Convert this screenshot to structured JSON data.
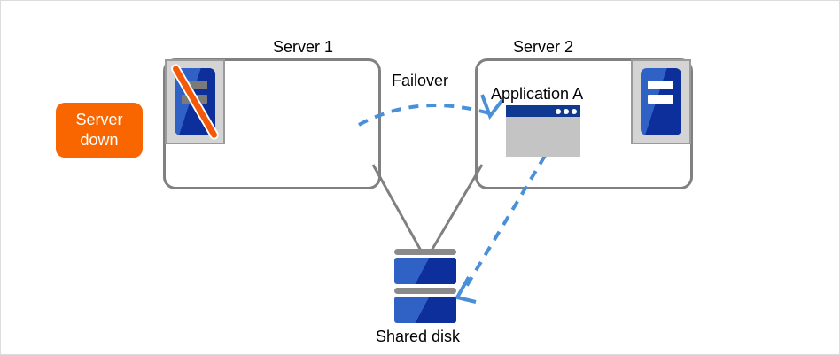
{
  "diagram": {
    "title_labels": {
      "server1": "Server 1",
      "server2": "Server 2",
      "failover": "Failover",
      "application": "Application A",
      "shared_disk": "Shared disk"
    },
    "status_badge": {
      "line1": "Server",
      "line2": "down",
      "color": "#f96600",
      "text_color": "#ffffff"
    },
    "colors": {
      "box_border": "#808080",
      "machine_blue": "#2f62c4",
      "machine_blue_dark": "#0c2f9b",
      "arrow_blue": "#4a90d9",
      "strike_orange": "#f4590a",
      "titlebar_navy": "#103a91",
      "window_body_gray": "#c4c4c4",
      "disk_cap_gray": "#8a8a8a",
      "page_border": "#dcdcdc"
    },
    "icons": {
      "server1": "server-down-icon",
      "server2": "server-icon",
      "app": "application-window-icon",
      "disk": "shared-disk-icon",
      "failover_arrow": "dashed-curved-arrow-icon",
      "access_arrow": "dashed-straight-arrow-icon"
    },
    "connectors": [
      {
        "name": "server1-to-disk",
        "style": "solid-gray"
      },
      {
        "name": "server2-to-disk",
        "style": "solid-gray"
      }
    ]
  }
}
